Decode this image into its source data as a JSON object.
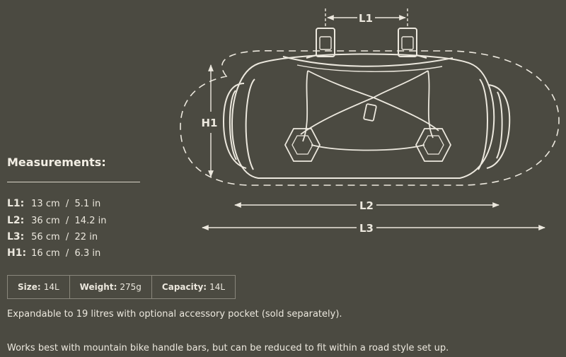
{
  "diagram": {
    "labels": {
      "l1": "L1",
      "l2": "L2",
      "l3": "L3",
      "h1": "H1"
    }
  },
  "measurements": {
    "title": "Measurements:",
    "rows": [
      {
        "key": "L1:",
        "value": "13 cm  /  5.1 in"
      },
      {
        "key": "L2:",
        "value": "36 cm  /  14.2 in"
      },
      {
        "key": "L3:",
        "value": "56 cm  /  22 in"
      },
      {
        "key": "H1:",
        "value": "16 cm  /  6.3 in"
      }
    ]
  },
  "specs": {
    "size_label": "Size:",
    "size_value": "14L",
    "weight_label": "Weight:",
    "weight_value": "275g",
    "capacity_label": "Capacity:",
    "capacity_value": "14L"
  },
  "notes": {
    "expandable": "Expandable to 19 litres with optional accessory pocket (sold separately).",
    "fit": "Works best with mountain bike handle bars, but can be reduced to fit within a road style set up."
  },
  "colors": {
    "background": "#4b4a41",
    "line": "#ece8de"
  }
}
